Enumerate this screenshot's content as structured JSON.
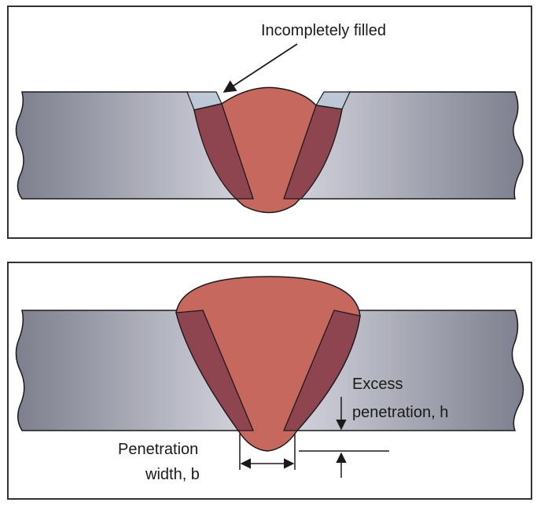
{
  "top_panel": {
    "annotation": "Incompletely filled"
  },
  "bottom_panel": {
    "excess_label_line1": "Excess",
    "excess_label_line2": "penetration, h",
    "width_label_line1": "Penetration",
    "width_label_line2": "width, b"
  },
  "colors": {
    "plate_light": "#dcdde6",
    "plate_dark": "#7d7f8e",
    "weld": "#c7685f",
    "weld_dark": "#8e4550",
    "outline": "#1a1a1a"
  }
}
